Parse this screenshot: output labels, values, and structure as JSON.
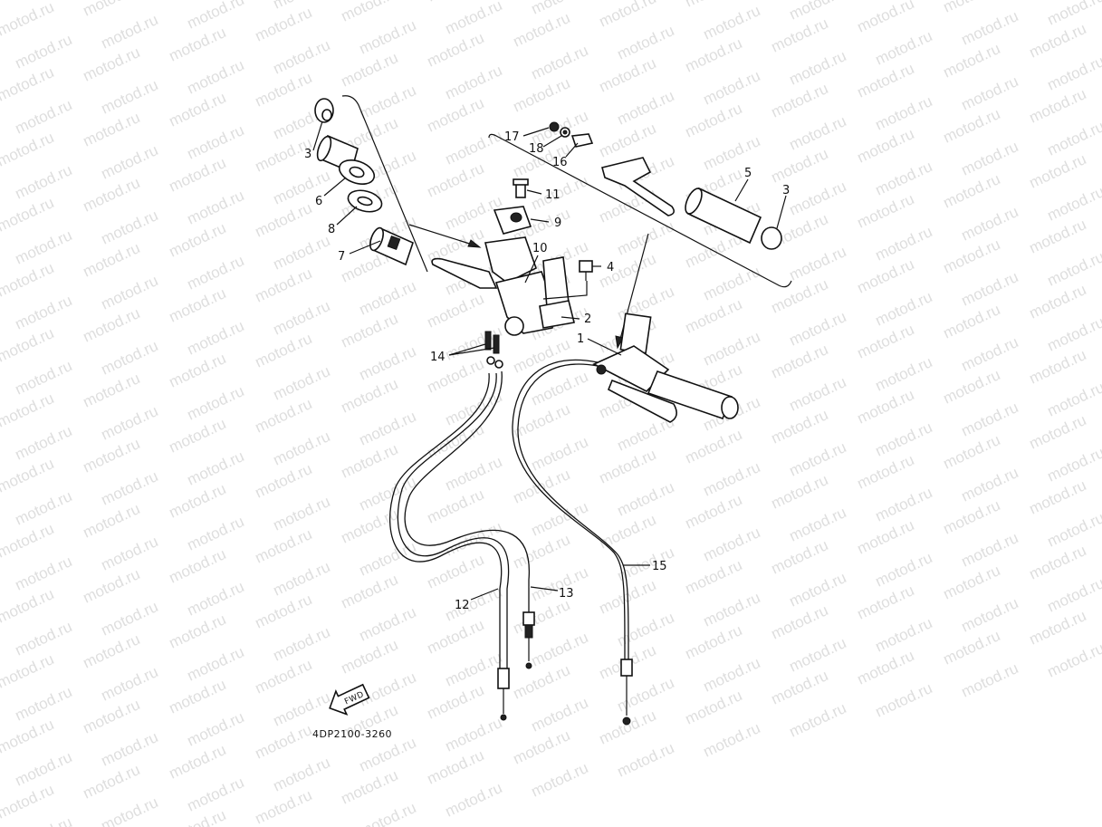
{
  "diagram": {
    "drawing_code": "4DP2100-3260",
    "fwd_label": "FWD",
    "watermark_text": "motod.ru",
    "callouts": {
      "c1": "1",
      "c2": "2",
      "c3a": "3",
      "c3b": "3",
      "c4": "4",
      "c5": "5",
      "c6": "6",
      "c7": "7",
      "c8": "8",
      "c9": "9",
      "c10": "10",
      "c11": "11",
      "c12": "12",
      "c13": "13",
      "c14": "14",
      "c15": "15",
      "c16": "16",
      "c17": "17",
      "c18": "18"
    }
  }
}
